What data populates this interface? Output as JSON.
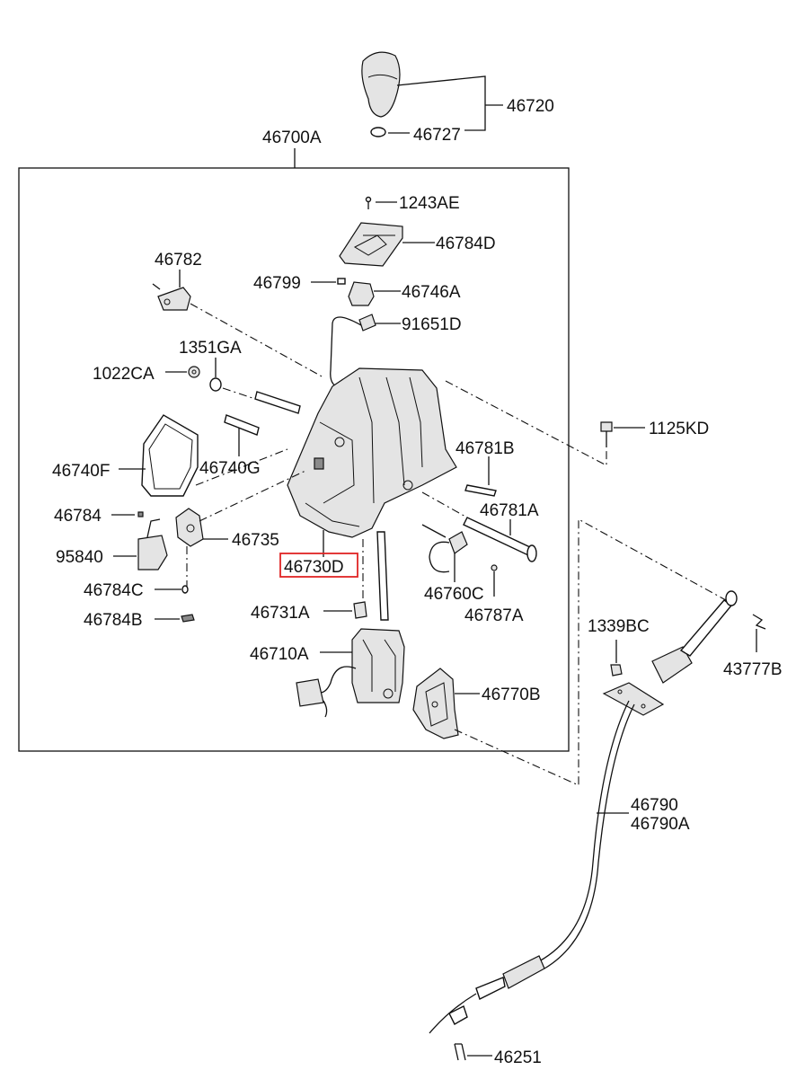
{
  "highlight_color": "#e02424",
  "labels": {
    "p46720": "46720",
    "p46727": "46727",
    "p46700A": "46700A",
    "p1243AE": "1243AE",
    "p46784D": "46784D",
    "p46782": "46782",
    "p46799": "46799",
    "p46746A": "46746A",
    "p91651D": "91651D",
    "p1351GA": "1351GA",
    "p1022CA": "1022CA",
    "p1125KD": "1125KD",
    "p46781B": "46781B",
    "p46740F": "46740F",
    "p46740G": "46740G",
    "p46781A": "46781A",
    "p46784": "46784",
    "p46735": "46735",
    "p95840": "95840",
    "p46730D": "46730D",
    "p46760C": "46760C",
    "p46784C": "46784C",
    "p46787A": "46787A",
    "p1339BC": "1339BC",
    "p46731A": "46731A",
    "p46784B": "46784B",
    "p43777B": "43777B",
    "p46710A": "46710A",
    "p46770B": "46770B",
    "p46790": "46790",
    "p46790A": "46790A",
    "p46251": "46251"
  },
  "highlighted_part": "46730D"
}
